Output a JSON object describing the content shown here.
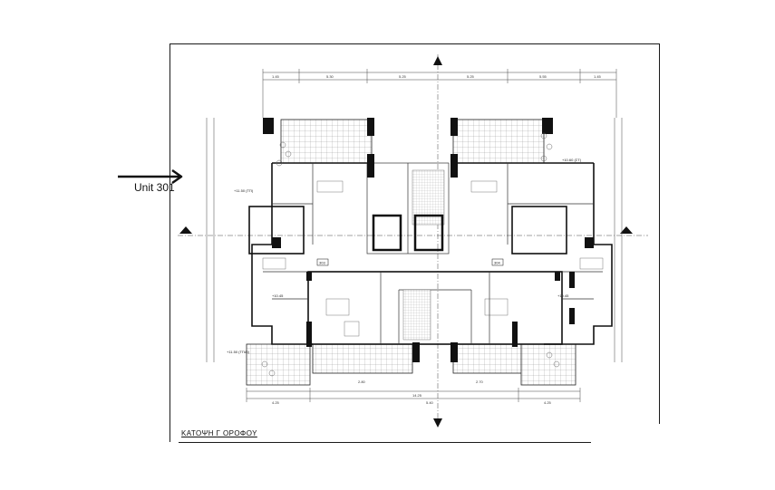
{
  "annotation": {
    "unit_label": "Unit 301"
  },
  "plan": {
    "title": "ΚΑΤΟΨΗ Γ ΟΡΟΦΟΥ",
    "unit_tags": [
      "303",
      "304"
    ],
    "dimensions": [
      "1.45",
      "5.30",
      "5.25",
      "5.25",
      "5.55",
      "1.45",
      "14.25",
      "4.25",
      "5.40",
      "4.25",
      "2.80",
      "2.70"
    ],
    "levels": [
      "+11.50 (ΤΠ)",
      "+10.45",
      "+10.45",
      "+10.60 (ΣΤ)",
      "+11.50 (ΤΠΑΙ)"
    ]
  },
  "colors": {
    "ink": "#1a1a1a",
    "wall": "#111111",
    "hatch": "#9a9a9a"
  }
}
